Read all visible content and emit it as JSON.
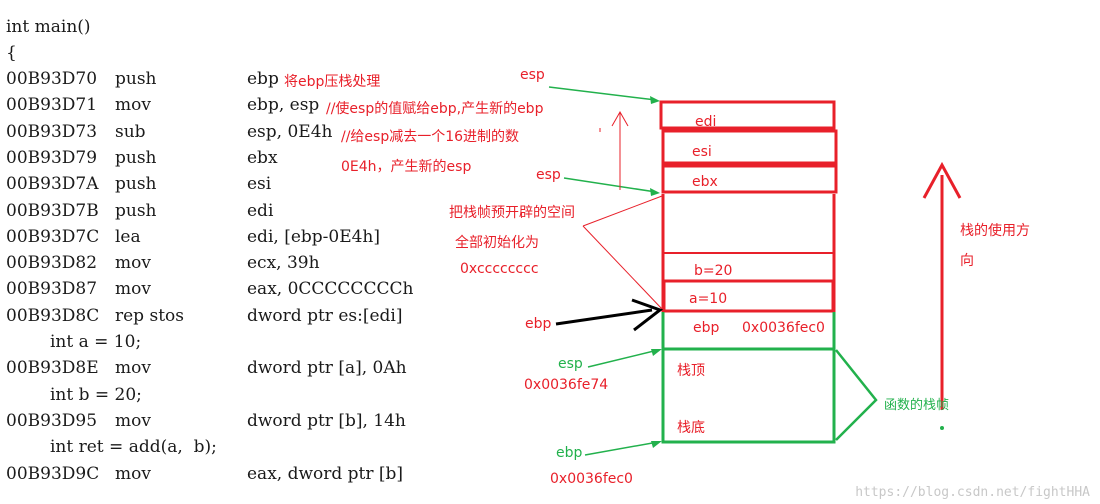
{
  "code": {
    "header": [
      "int main()",
      "{"
    ],
    "instructions": [
      {
        "kind": "asm",
        "addr": "00B93D70",
        "op": "push",
        "arg": "ebp"
      },
      {
        "kind": "asm",
        "addr": "00B93D71",
        "op": "mov",
        "arg": "ebp, esp"
      },
      {
        "kind": "asm",
        "addr": "00B93D73",
        "op": "sub",
        "arg": "esp, 0E4h"
      },
      {
        "kind": "asm",
        "addr": "00B93D79",
        "op": "push",
        "arg": "ebx"
      },
      {
        "kind": "asm",
        "addr": "00B93D7A",
        "op": "push",
        "arg": "esi"
      },
      {
        "kind": "asm",
        "addr": "00B93D7B",
        "op": "push",
        "arg": "edi"
      },
      {
        "kind": "asm",
        "addr": "00B93D7C",
        "op": "lea",
        "arg": "edi, [ebp-0E4h]"
      },
      {
        "kind": "asm",
        "addr": "00B93D82",
        "op": "mov",
        "arg": "ecx, 39h"
      },
      {
        "kind": "asm",
        "addr": "00B93D87",
        "op": "mov",
        "arg": "eax, 0CCCCCCCCh"
      },
      {
        "kind": "asm",
        "addr": "00B93D8C",
        "op": "rep stos",
        "arg": "dword ptr es:[edi]"
      },
      {
        "kind": "src",
        "text": "int a = 10;"
      },
      {
        "kind": "asm",
        "addr": "00B93D8E",
        "op": "mov",
        "arg": "dword ptr [a], 0Ah"
      },
      {
        "kind": "src",
        "text": "int b = 20;"
      },
      {
        "kind": "asm",
        "addr": "00B93D95",
        "op": "mov",
        "arg": "dword ptr [b], 14h"
      },
      {
        "kind": "src",
        "text": "int ret = add(a,  b);"
      },
      {
        "kind": "asm",
        "addr": "00B93D9C",
        "op": "mov",
        "arg": "eax, dword ptr [b]"
      }
    ]
  },
  "annotations": {
    "push_ebp": "将ebp压栈处理",
    "mov_ebp": "//使esp的值赋给ebp,产生新的ebp",
    "sub_esp": "//给esp减去一个16进制的数",
    "sub_esp_2": "0E4h，产生新的esp",
    "init_1": "把栈帧预开辟的空间",
    "init_2": "全部初始化为",
    "init_3": "0xcccccccc"
  },
  "pointers": {
    "esp_top": "esp",
    "esp_mid": "esp",
    "ebp_new": "ebp",
    "esp_old": "esp",
    "esp_old_addr": "0x0036fe74",
    "ebp_old": "ebp",
    "ebp_old_addr": "0x0036fec0"
  },
  "stack": {
    "edi": "edi",
    "esi": "esi",
    "ebx": "ebx",
    "b": "b=20",
    "a": "a=10",
    "saved_ebp": "ebp",
    "saved_ebp_addr": "0x0036fec0",
    "old_top": "栈顶",
    "old_bottom": "栈底",
    "old_frame": "函数的栈帧"
  },
  "direction": {
    "line1": "栈的使用方",
    "line2": "向"
  },
  "watermark": "https://blog.csdn.net/fightHHA",
  "colors": {
    "red": "#e8202a",
    "green": "#22b14c",
    "black": "#000000"
  }
}
